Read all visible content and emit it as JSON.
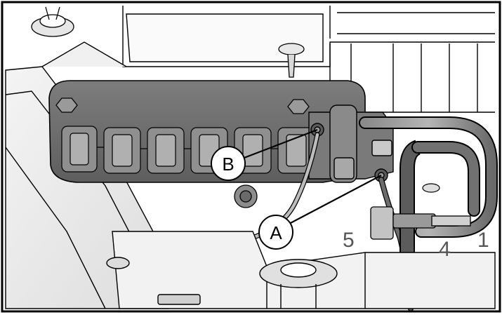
{
  "callouts": {
    "a": {
      "label": "A"
    },
    "b": {
      "label": "B"
    }
  },
  "stamped_numbers": {
    "n5": "5",
    "n4": "4",
    "n1": "1"
  },
  "colors": {
    "frame": "#000000",
    "background": "#ffffff",
    "module_dark": "#6b6b6b",
    "module_mid": "#8c8c8c",
    "connector_light": "#c8c8c8",
    "panel_light": "#ececec",
    "cable_gray": "#5a5a5a",
    "callout_fill": "#ffffff"
  }
}
